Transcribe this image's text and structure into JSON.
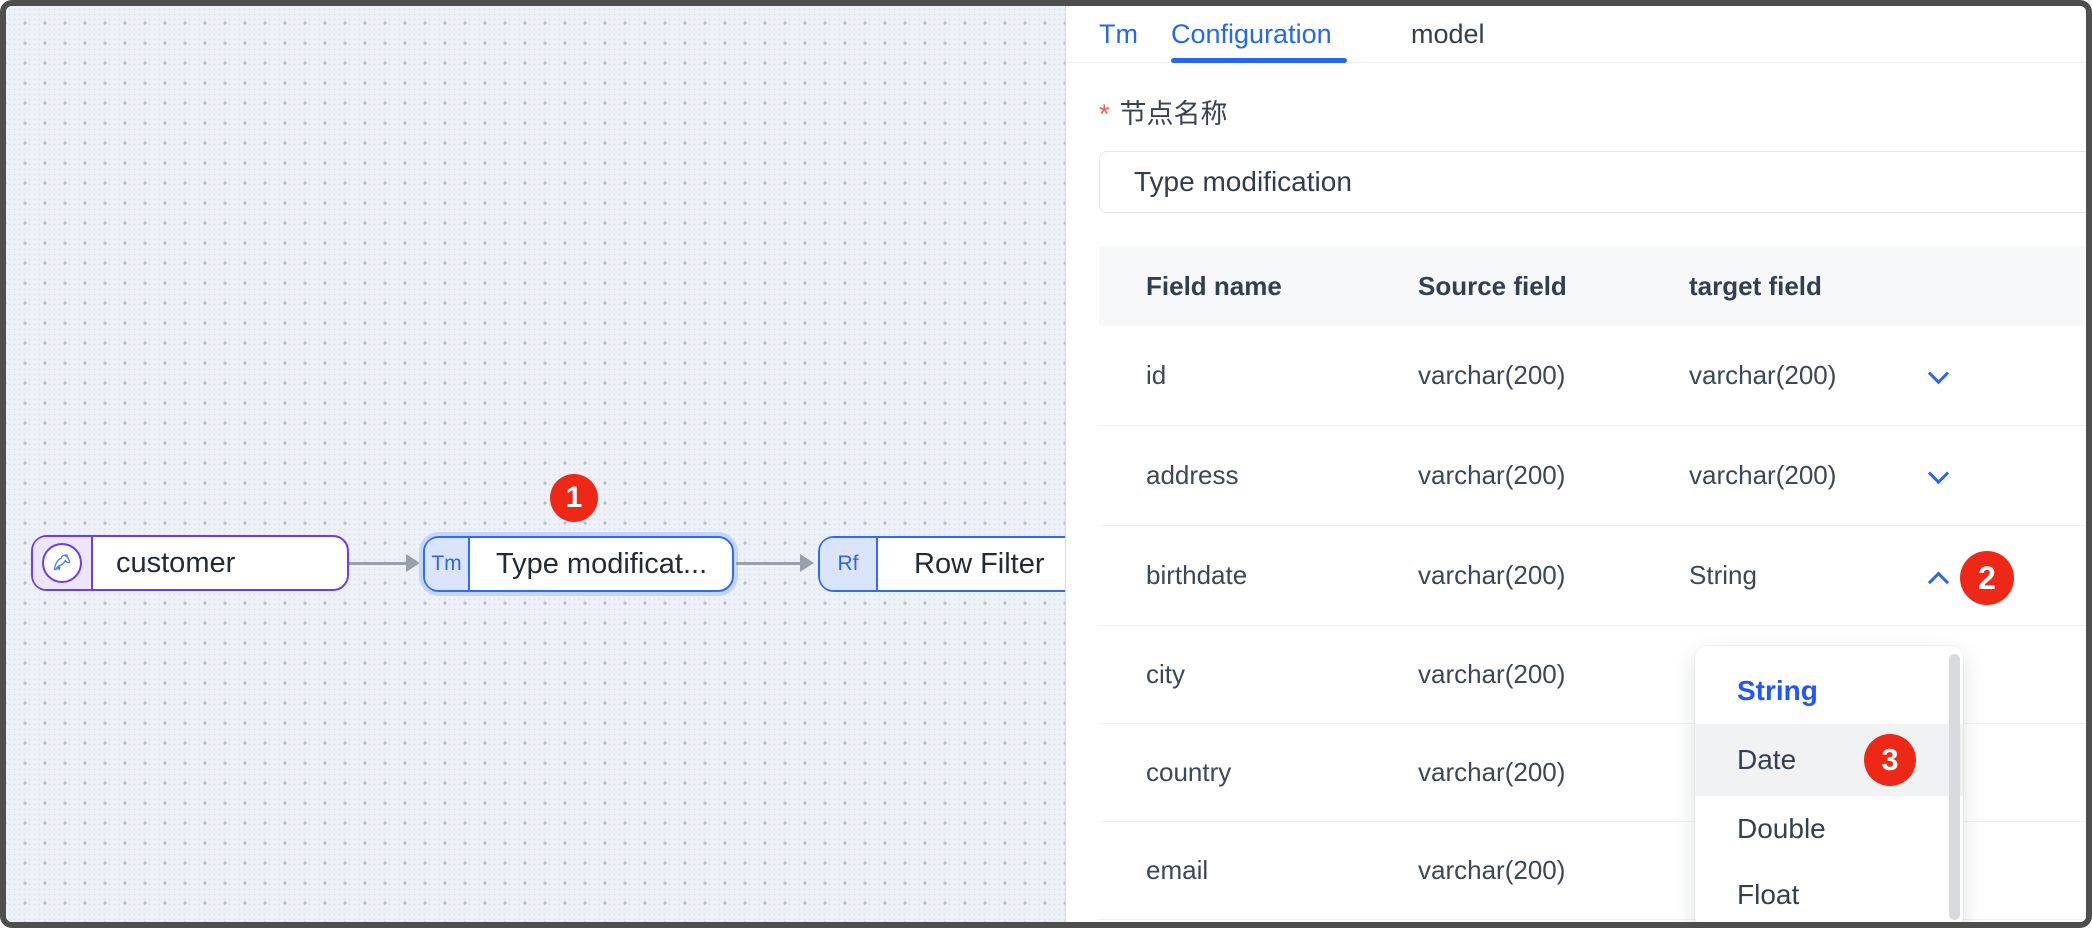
{
  "canvas": {
    "nodes": {
      "customer": {
        "label": "customer"
      },
      "type_mod": {
        "label": "Type modificat...",
        "badge": "Tm"
      },
      "row_filter": {
        "label": "Row Filter",
        "badge": "Rf"
      }
    }
  },
  "annotations": {
    "step1": "1",
    "step2": "2",
    "step3": "3"
  },
  "panel": {
    "tabs": [
      {
        "label": "Tm"
      },
      {
        "label": "Configuration"
      },
      {
        "label": "model"
      }
    ],
    "form": {
      "required_mark": "*",
      "node_name_label": "节点名称",
      "node_name_value": "Type modification"
    },
    "table": {
      "headers": [
        "Field name",
        "Source field",
        "target field"
      ],
      "rows": [
        {
          "name": "id",
          "source": "varchar(200)",
          "target": "varchar(200)"
        },
        {
          "name": "address",
          "source": "varchar(200)",
          "target": "varchar(200)"
        },
        {
          "name": "birthdate",
          "source": "varchar(200)",
          "target": "String"
        },
        {
          "name": "city",
          "source": "varchar(200)",
          "target": ""
        },
        {
          "name": "country",
          "source": "varchar(200)",
          "target": ""
        },
        {
          "name": "email",
          "source": "varchar(200)",
          "target": ""
        }
      ]
    },
    "dropdown": {
      "options": [
        {
          "label": "String"
        },
        {
          "label": "Date"
        },
        {
          "label": "Double"
        },
        {
          "label": "Float"
        }
      ]
    }
  },
  "colors": {
    "accent_blue": "#2468f2",
    "node_blue_border": "#2f6cf3",
    "node_purple_border": "#6b3df2",
    "badge_red": "#ee2817",
    "canvas_bg": "#eef1f8"
  }
}
